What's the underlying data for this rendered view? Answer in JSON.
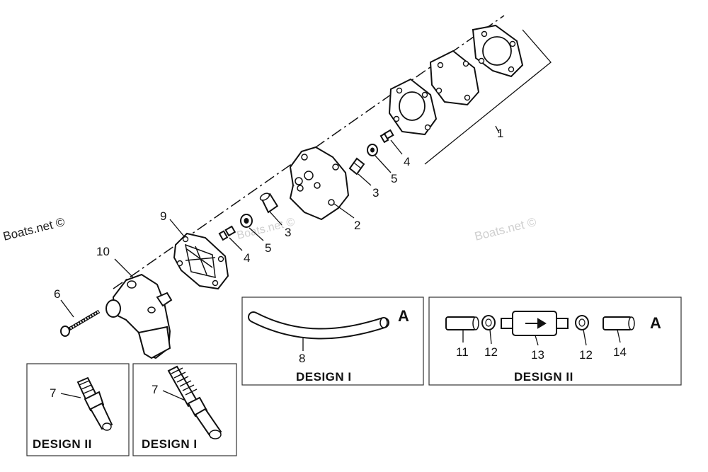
{
  "watermarks": {
    "left": "Boats.net ©",
    "center": "Boats.net ©",
    "right": "Boats.net ©"
  },
  "callouts": {
    "c1": "1",
    "c2": "2",
    "c3a": "3",
    "c3b": "3",
    "c4a": "4",
    "c4b": "4",
    "c5a": "5",
    "c5b": "5",
    "c6": "6",
    "c7a": "7",
    "c7b": "7",
    "c8": "8",
    "c9": "9",
    "c10": "10",
    "c11": "11",
    "c12a": "12",
    "c12b": "12",
    "c13": "13",
    "c14": "14"
  },
  "boxes": {
    "fitting_design2": "DESIGN II",
    "fitting_design1": "DESIGN I",
    "hose_design1": "DESIGN I",
    "hose_design2": "DESIGN II",
    "hose_design1_ref": "A",
    "hose_design2_ref": "A"
  }
}
